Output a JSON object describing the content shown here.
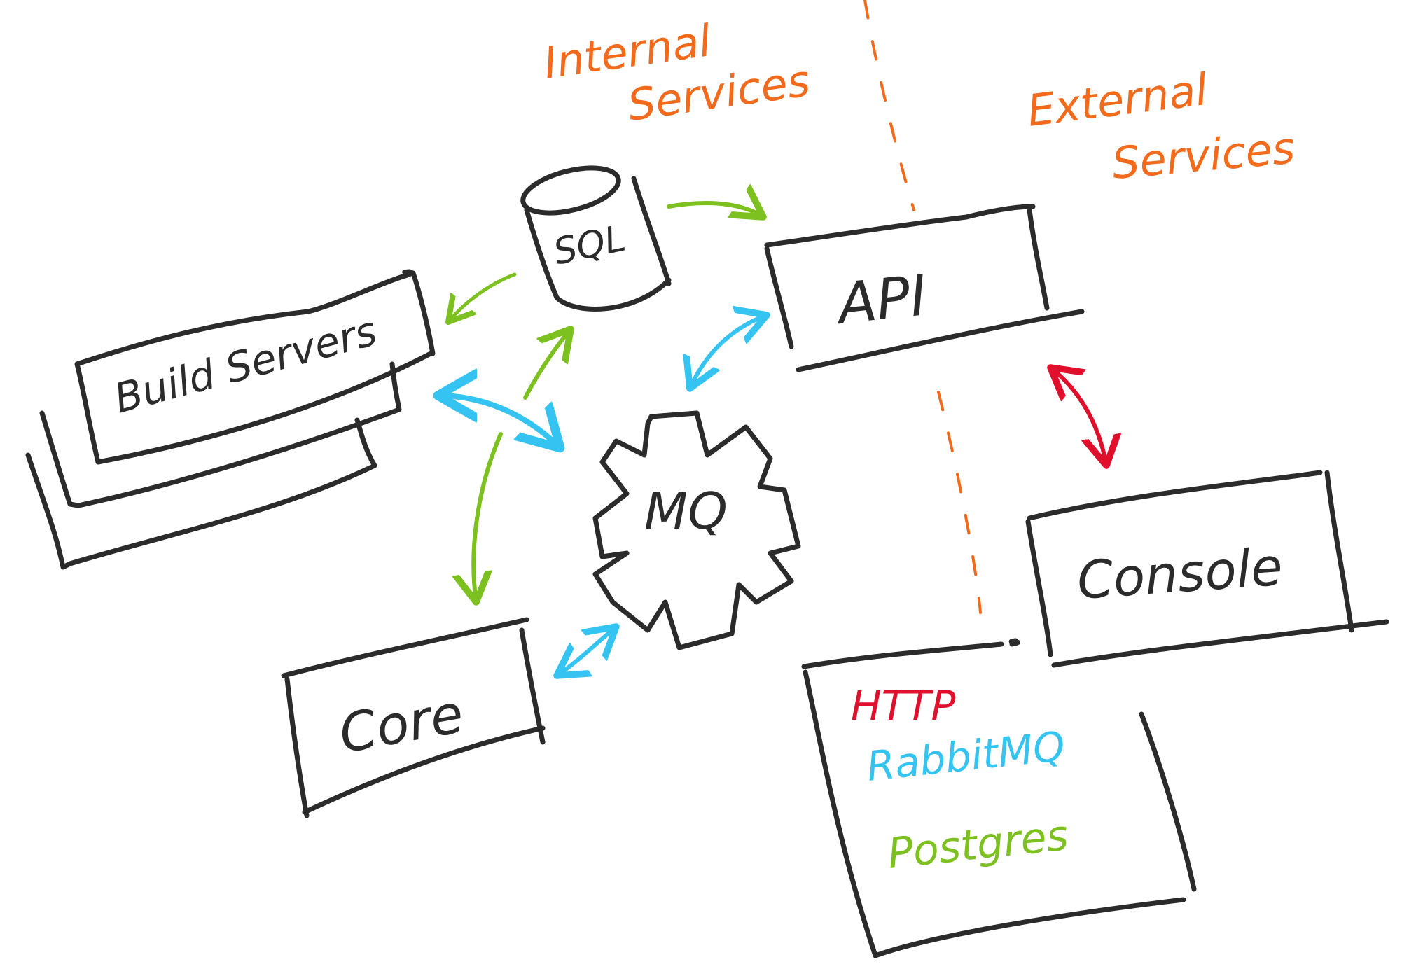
{
  "colors": {
    "ink": "#2b2b2b",
    "orange": "#f26a1b",
    "http": "#e0102c",
    "rabbitmq": "#35c4f2",
    "postgres": "#7cc11f"
  },
  "zones": {
    "internal": [
      "Internal",
      "Services"
    ],
    "external": [
      "External",
      "Services"
    ]
  },
  "nodes": {
    "sql": "SQL",
    "build_servers": "Build Servers",
    "api": "API",
    "mq": "MQ",
    "core": "Core",
    "console": "Console"
  },
  "legend": {
    "http": "HTTP",
    "rabbitmq": "RabbitMQ",
    "postgres": "Postgres"
  },
  "edges": [
    {
      "from": "sql",
      "to": "api",
      "protocol": "postgres",
      "direction": "one-way"
    },
    {
      "from": "sql",
      "to": "build_servers",
      "protocol": "postgres",
      "direction": "one-way"
    },
    {
      "from": "build_servers",
      "to": "sql",
      "protocol": "postgres",
      "direction": "one-way"
    },
    {
      "from": "build_servers",
      "to": "core",
      "protocol": "postgres",
      "direction": "one-way"
    },
    {
      "from": "api",
      "to": "mq",
      "protocol": "rabbitmq",
      "direction": "two-way"
    },
    {
      "from": "build_servers",
      "to": "mq",
      "protocol": "rabbitmq",
      "direction": "two-way"
    },
    {
      "from": "mq",
      "to": "core",
      "protocol": "rabbitmq",
      "direction": "two-way"
    },
    {
      "from": "api",
      "to": "console",
      "protocol": "http",
      "direction": "two-way"
    }
  ]
}
